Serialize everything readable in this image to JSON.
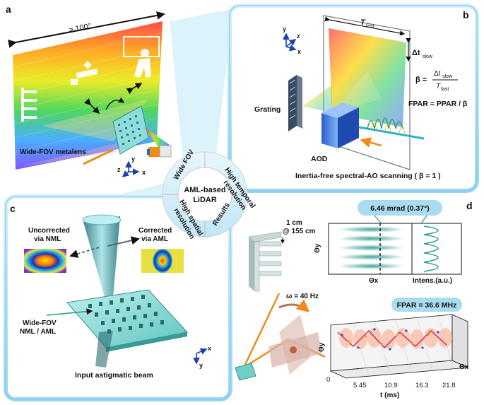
{
  "panels": {
    "a": {
      "letter": "a",
      "fov_label": "> 100°",
      "metalens_label": "Wide-FOV metalens",
      "axes": {
        "y": "y",
        "z": "z",
        "x": "x"
      }
    },
    "b": {
      "letter": "b",
      "axes": {
        "y": "y",
        "z": "z",
        "x": "x"
      },
      "t_fast": "T",
      "t_fast_sub": "fast",
      "dt_slow": "Δt",
      "dt_slow_sub": "slow",
      "beta_lhs": "β =",
      "beta_num": "Δt",
      "beta_num_sub": "slow",
      "beta_den": "T",
      "beta_den_sub": "fast",
      "fpar_eq": "FPAR = PPAR / β",
      "grating_label": "Grating",
      "aod_label": "AOD",
      "caption": "Inertia-free spectral-AO scanning ( β = 1 )"
    },
    "c": {
      "letter": "c",
      "uncorrected_1": "Uncorrected",
      "uncorrected_2": "via NML",
      "corrected_1": "Corrected",
      "corrected_2": "via AML",
      "nml_1": "Wide-FOV",
      "nml_2": "NML / AML",
      "axes": {
        "x": "x",
        "y": "y"
      },
      "input_label": "Input astigmatic beam"
    },
    "d": {
      "letter": "d",
      "res_label": "1 cm",
      "dist_label": "@ 155 cm",
      "omega_label": "ω = 40 Hz",
      "mrad_label": "6.46 mrad (0.37°)",
      "theta_y": "Θy",
      "theta_x": "Θx",
      "intens": "Intens.(a.u.)",
      "fpar_label": "FPAR = 36.6 MHz",
      "theta_y2": "Θy",
      "theta_x2": "Θx",
      "time_ticks": [
        "0",
        "5.45",
        "10.9",
        "16.3",
        "21.8"
      ],
      "time_label": "t (ms)"
    }
  },
  "center": {
    "title_1": "AML-based",
    "title_2": "LiDAR",
    "seg_top_right_1": "High temporal",
    "seg_top_right_2": "resolution",
    "seg_left_top": "Wide FOV",
    "seg_left_bottom_1": "High spatial",
    "seg_left_bottom_2": "resolution",
    "seg_bottom_right": "Results"
  },
  "colors": {
    "panel_border": "#6ec6e8",
    "panel_glow": "#bfe6f5",
    "teal": "#2f9a90",
    "orange": "#f08a1c",
    "fpar_box": "#a9dcef"
  }
}
